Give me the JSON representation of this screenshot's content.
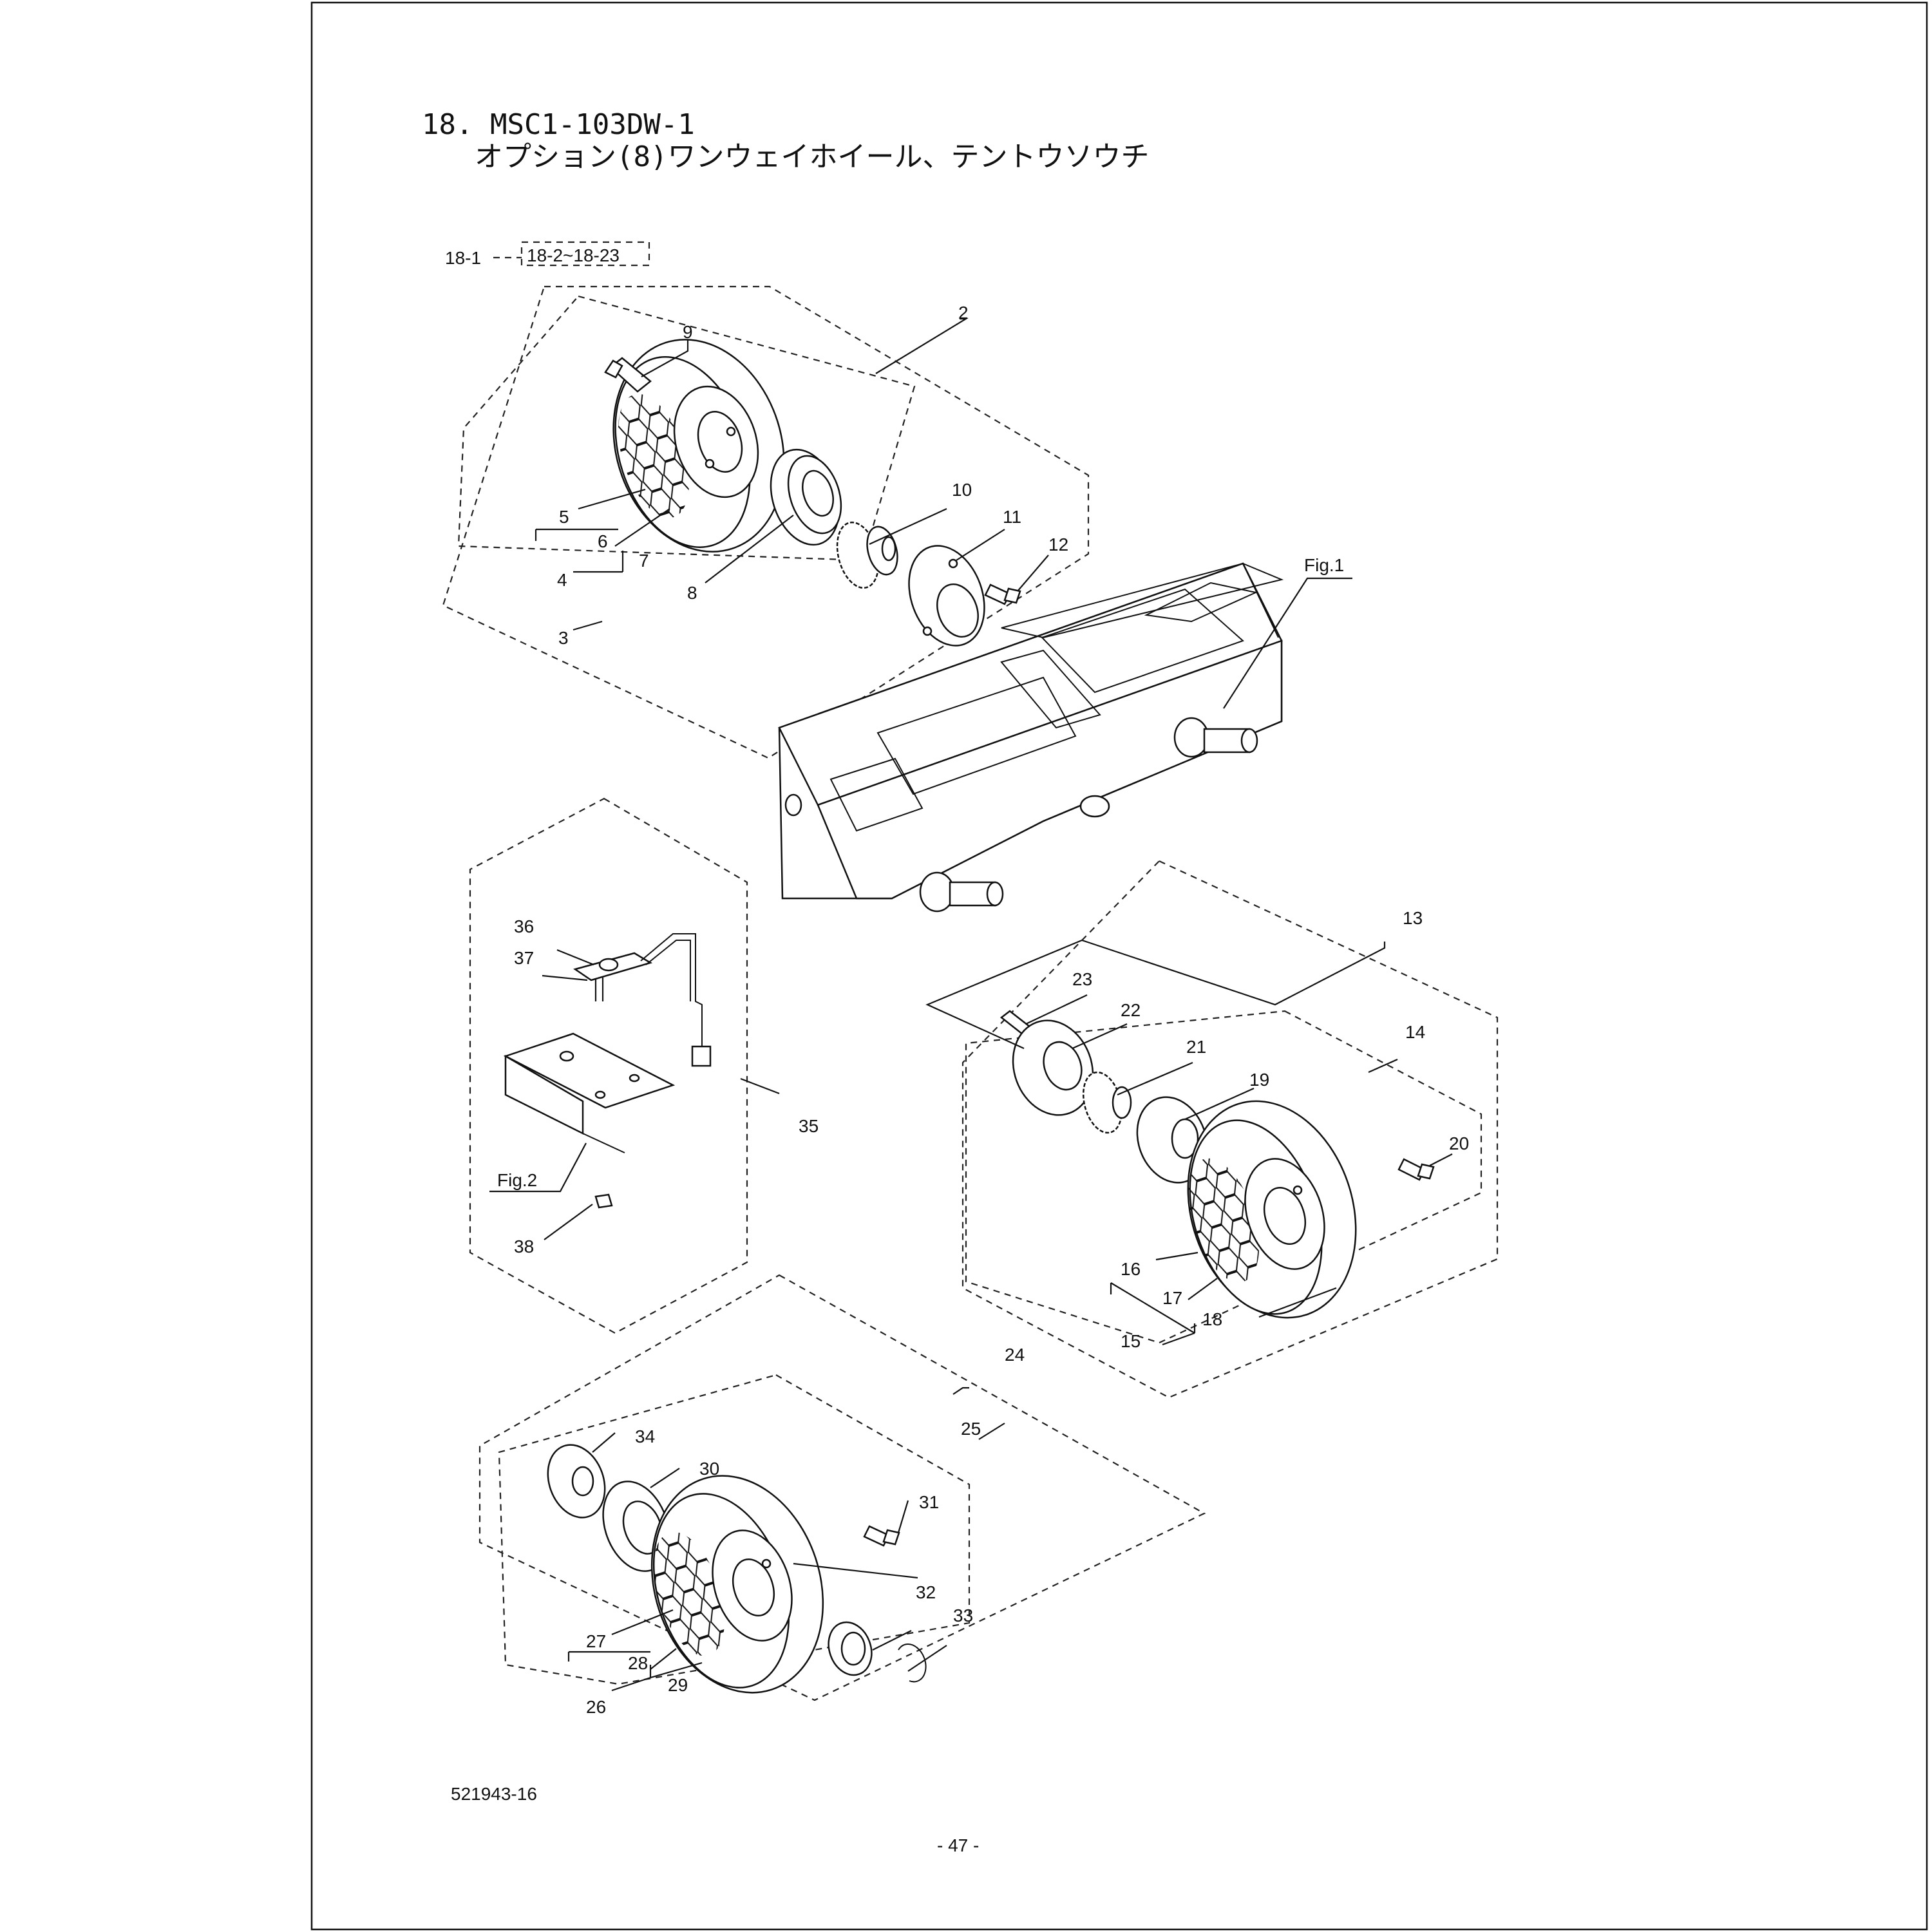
{
  "title": {
    "line1": "18. MSC1-103DW-1",
    "line2": "オプション(8)ワンウェイホイール、テントウソウチ"
  },
  "group_ref": {
    "parent": "18-1",
    "children": "18-2~18-23"
  },
  "figure_labels": {
    "fig1": "Fig.1",
    "fig2": "Fig.2"
  },
  "callouts": {
    "c2": "2",
    "c3": "3",
    "c4": "4",
    "c5": "5",
    "c6": "6",
    "c7": "7",
    "c8": "8",
    "c9": "9",
    "c10": "10",
    "c11": "11",
    "c12": "12",
    "c13": "13",
    "c14": "14",
    "c15": "15",
    "c16": "16",
    "c17": "17",
    "c18": "18",
    "c19": "19",
    "c20": "20",
    "c21": "21",
    "c22": "22",
    "c23": "23",
    "c24": "24",
    "c25": "25",
    "c26": "26",
    "c27": "27",
    "c28": "28",
    "c29": "29",
    "c30": "30",
    "c31": "31",
    "c32": "32",
    "c33": "33",
    "c34": "34",
    "c35": "35",
    "c36": "36",
    "c37": "37",
    "c38": "38"
  },
  "footer": {
    "drawing_no": "521943-16",
    "page": "- 47 -"
  }
}
